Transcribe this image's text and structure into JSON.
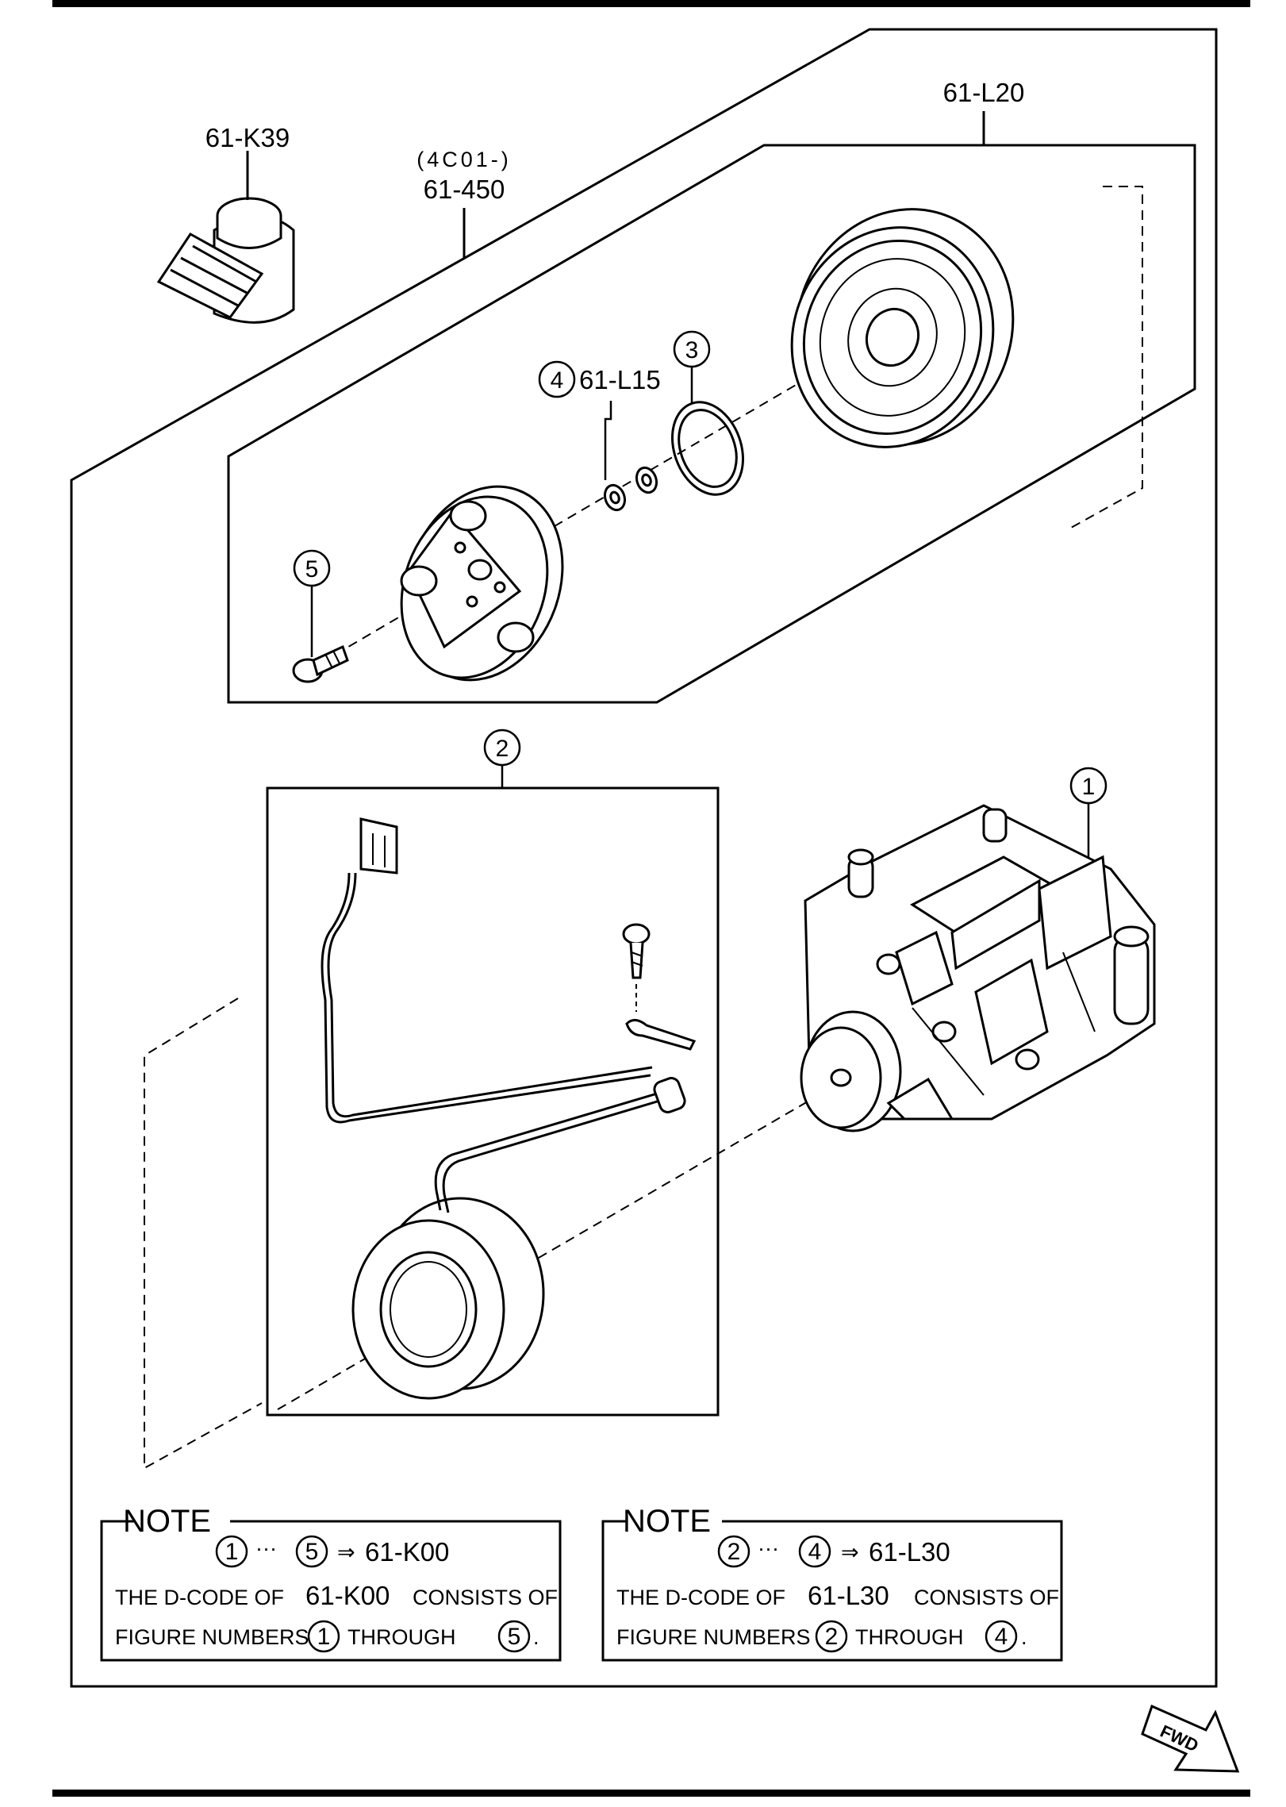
{
  "callouts": {
    "sensor": "61-K39",
    "kit_date": "(4C01-)",
    "kit": "61-450",
    "clutch": "61-L20",
    "shim": "61-L15",
    "num1": "1",
    "num2": "2",
    "num3": "3",
    "num4": "4",
    "num5": "5"
  },
  "notes": [
    {
      "heading": "NOTE",
      "range_start": "1",
      "range_sep": "···",
      "range_end": "5",
      "arrow": "⇒",
      "target": "61-K00",
      "line1_prefix": "THE D-CODE OF",
      "line1_code": "61-K00",
      "line1_suffix": "CONSISTS OF",
      "line2_prefix": "FIGURE NUMBERS",
      "line2_from": "1",
      "line2_mid": "THROUGH",
      "line2_to": "5",
      "line2_end": "."
    },
    {
      "heading": "NOTE",
      "range_start": "2",
      "range_sep": "···",
      "range_end": "4",
      "arrow": "⇒",
      "target": "61-L30",
      "line1_prefix": "THE D-CODE OF",
      "line1_code": "61-L30",
      "line1_suffix": "CONSISTS OF",
      "line2_prefix": "FIGURE NUMBERS",
      "line2_from": "2",
      "line2_mid": "THROUGH",
      "line2_to": "4",
      "line2_end": "."
    }
  ],
  "fwd_label": "FWD",
  "icons": {
    "fwd": "fwd-arrow-icon"
  }
}
